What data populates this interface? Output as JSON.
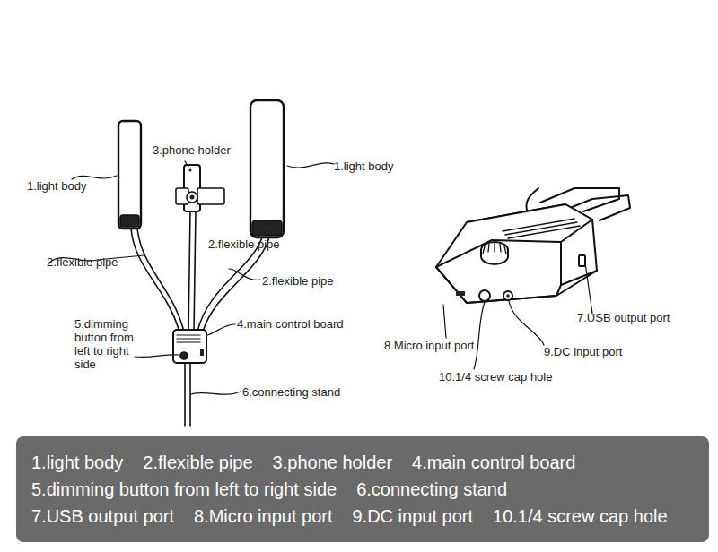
{
  "diagram": {
    "nodes": [
      {
        "text": [
          "1.light body",
          "2.flexible pipe",
          "3.phone holder",
          "4.main control board",
          "5.dimming button from left to right side",
          "6.connecting stand",
          "7.USB output port",
          "8.Micro input port",
          "9.DC input port",
          "10.1/4 screw cap hole"
        ]
      }
    ],
    "edges": [],
    "labels": [
      "3.phone holder",
      "1.light body",
      "1.light body",
      "2.flexible pipe",
      "2.flexible pipe",
      "2.flexible pipe",
      "5.dimming button from left to right side",
      "4.main control board",
      "6.connecting stand",
      "7.USB output port",
      "8.Micro input port",
      "9.DC input port",
      "10.1/4 screw cap hole"
    ]
  }
}
